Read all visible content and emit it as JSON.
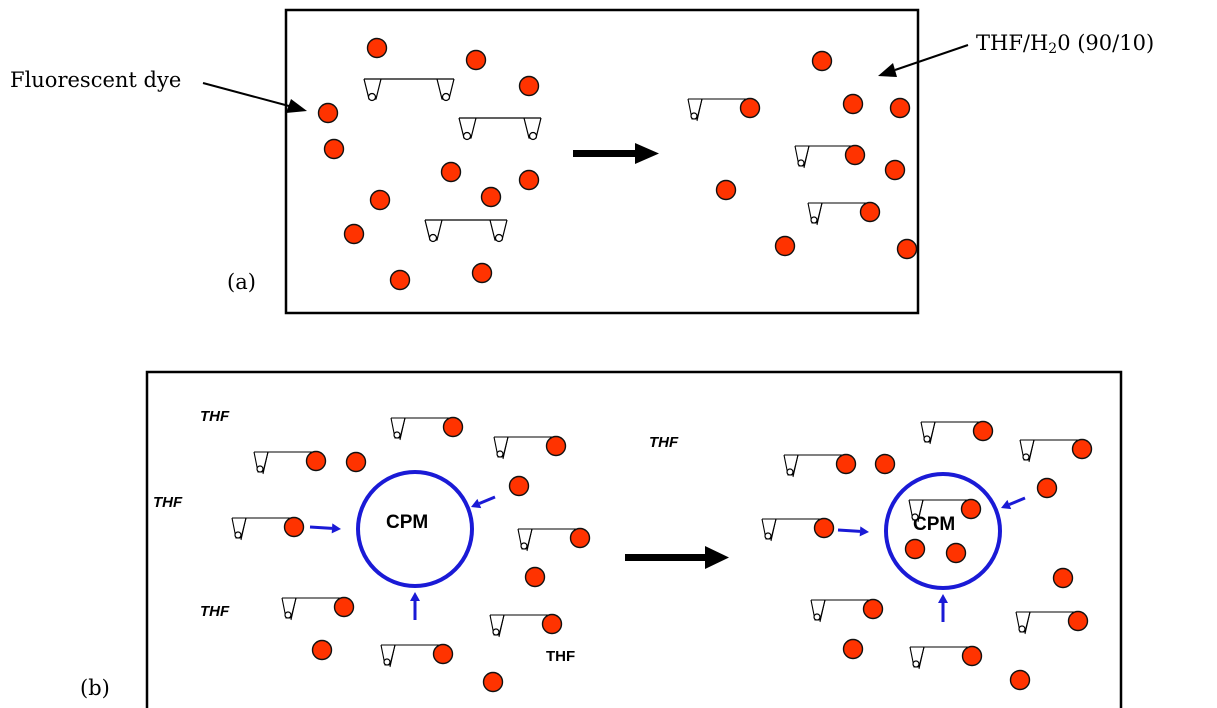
{
  "labels": {
    "dye": "Fluorescent dye",
    "solvent_prefix": "THF/H",
    "solvent_sub": "2",
    "solvent_suffix": "0 (90/10)",
    "panel_a": "(a)",
    "panel_b": "(b)",
    "thf": "THF",
    "cpm": "CPM"
  },
  "colors": {
    "dye_fill": "#ff3300",
    "frame": "#000000",
    "cpm_ring": "#1a1ad6",
    "flow_arrow": "#1a1ad6"
  }
}
